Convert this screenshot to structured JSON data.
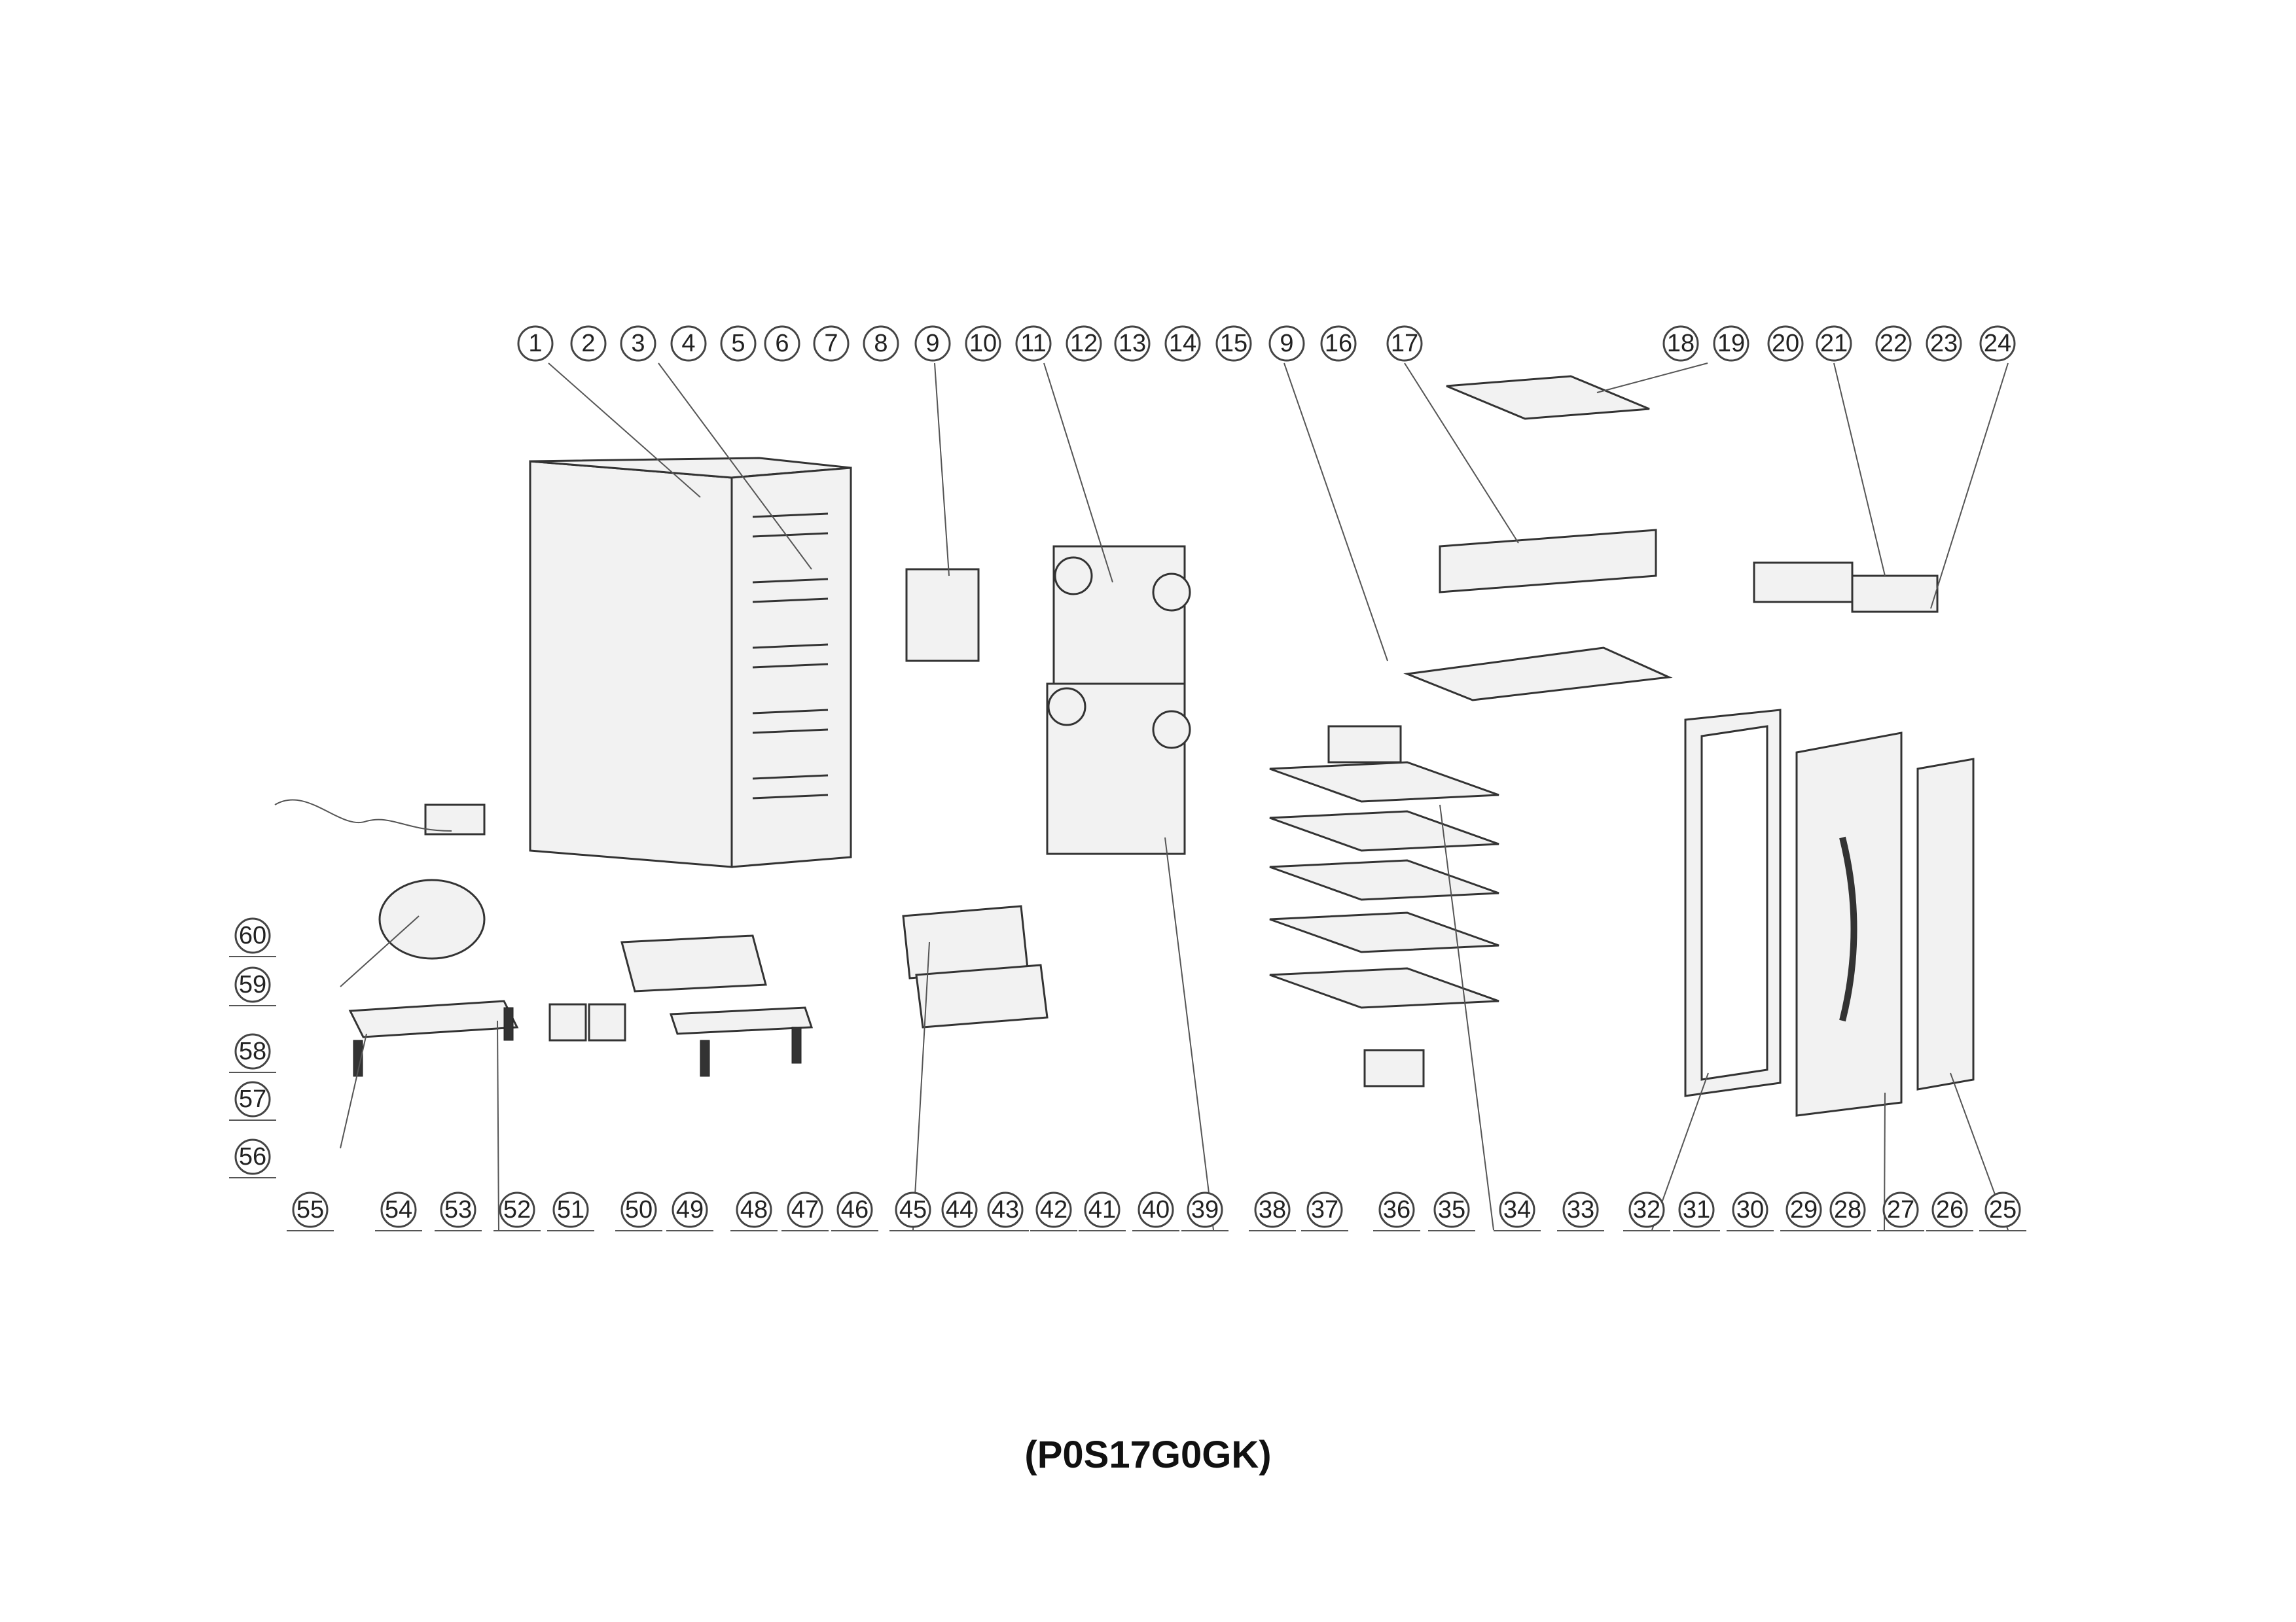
{
  "model_code": "(P0S17G0GK)",
  "callouts_top": [
    "1",
    "2",
    "3",
    "4",
    "5",
    "6",
    "7",
    "8",
    "9",
    "10",
    "11",
    "12",
    "13",
    "14",
    "15",
    "9",
    "16",
    "17",
    "18",
    "19",
    "20",
    "21",
    "22",
    "23",
    "24"
  ],
  "callouts_bottom": [
    "55",
    "54",
    "53",
    "52",
    "51",
    "50",
    "49",
    "48",
    "47",
    "46",
    "45",
    "44",
    "43",
    "42",
    "41",
    "40",
    "39",
    "38",
    "37",
    "36",
    "35",
    "34",
    "33",
    "32",
    "31",
    "30",
    "29",
    "28",
    "27",
    "26",
    "25"
  ],
  "callouts_left": [
    "60",
    "59",
    "58",
    "57",
    "56"
  ]
}
